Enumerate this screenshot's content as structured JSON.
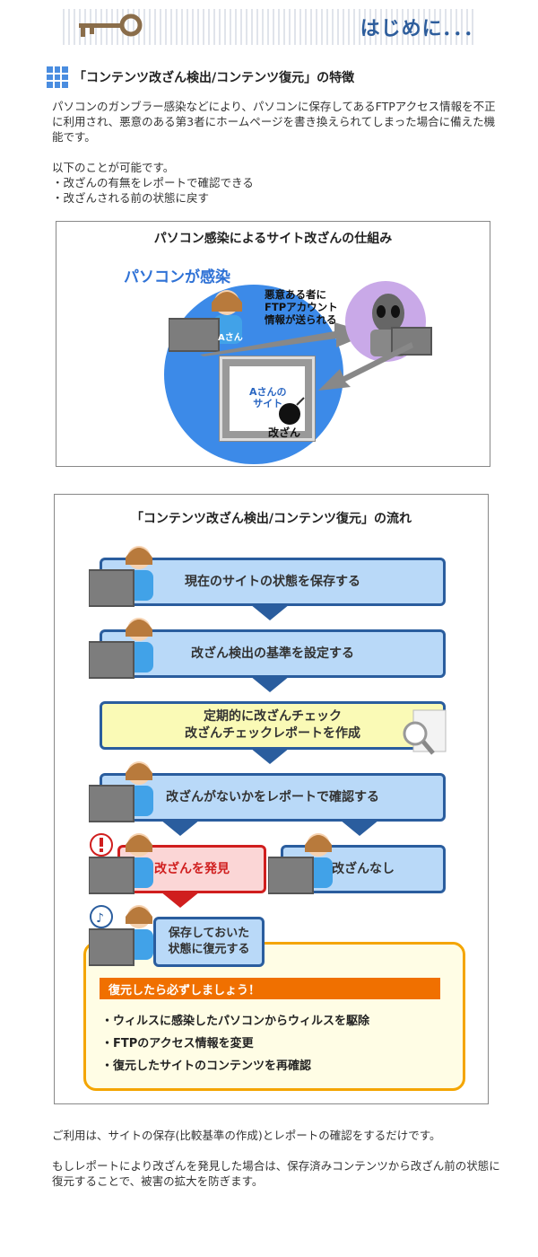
{
  "header": {
    "title": "はじめに．．．"
  },
  "section": {
    "title": "「コンテンツ改ざん検出/コンテンツ復元」の特徴",
    "paragraph1": "パソコンのガンブラー感染などにより、パソコンに保存してあるFTPアクセス情報を不正に利用され、悪意のある第3者にホームページを書き換えられてしまった場合に備えた機能です。",
    "paragraph2_lines": [
      "以下のことが可能です。",
      "・改ざんの有無をレポートで確認できる",
      "・改ざんされる前の状態に戻す"
    ]
  },
  "diagram1": {
    "title": "パソコン感染によるサイト改ざんの仕組み",
    "pc_infected": "パソコンが感染",
    "person_label": "Aさん",
    "bad_actor_lines": [
      "悪意ある者に",
      "FTPアカウント",
      "情報が送られる"
    ],
    "site_lines": [
      "Aさんの",
      "サイト"
    ],
    "tamper_label": "改ざん"
  },
  "diagram2": {
    "title": "「コンテンツ改ざん検出/コンテンツ復元」の流れ",
    "step1": "現在のサイトの状態を保存する",
    "step2": "改ざん検出の基準を設定する",
    "step3_line1": "定期的に改ざんチェック",
    "step3_line2": "改ざんチェックレポートを作成",
    "step4": "改ざんがないかをレポートで確認する",
    "found": "改ざんを発見",
    "none": "改ざんなし",
    "restore_line1": "保存しておいた",
    "restore_line2": "状態に復元する",
    "must_heading": "復元したら必ずしましょう！",
    "must_items": [
      "・ウィルスに感染したパソコンからウィルスを駆除",
      "・FTPのアクセス情報を変更",
      "・復元したサイトのコンテンツを再確認"
    ]
  },
  "footer": {
    "line1": "ご利用は、サイトの保存(比較基準の作成)とレポートの確認をするだけです。",
    "line2": "もしレポートにより改ざんを発見した場合は、保存済みコンテンツから改ざん前の状態に復元することで、被害の拡大を防ぎます。"
  },
  "colors": {
    "accent": "#2d5d9c",
    "step_bg": "#b9d9f8",
    "warning": "#d01e1e",
    "orange": "#f07000"
  }
}
